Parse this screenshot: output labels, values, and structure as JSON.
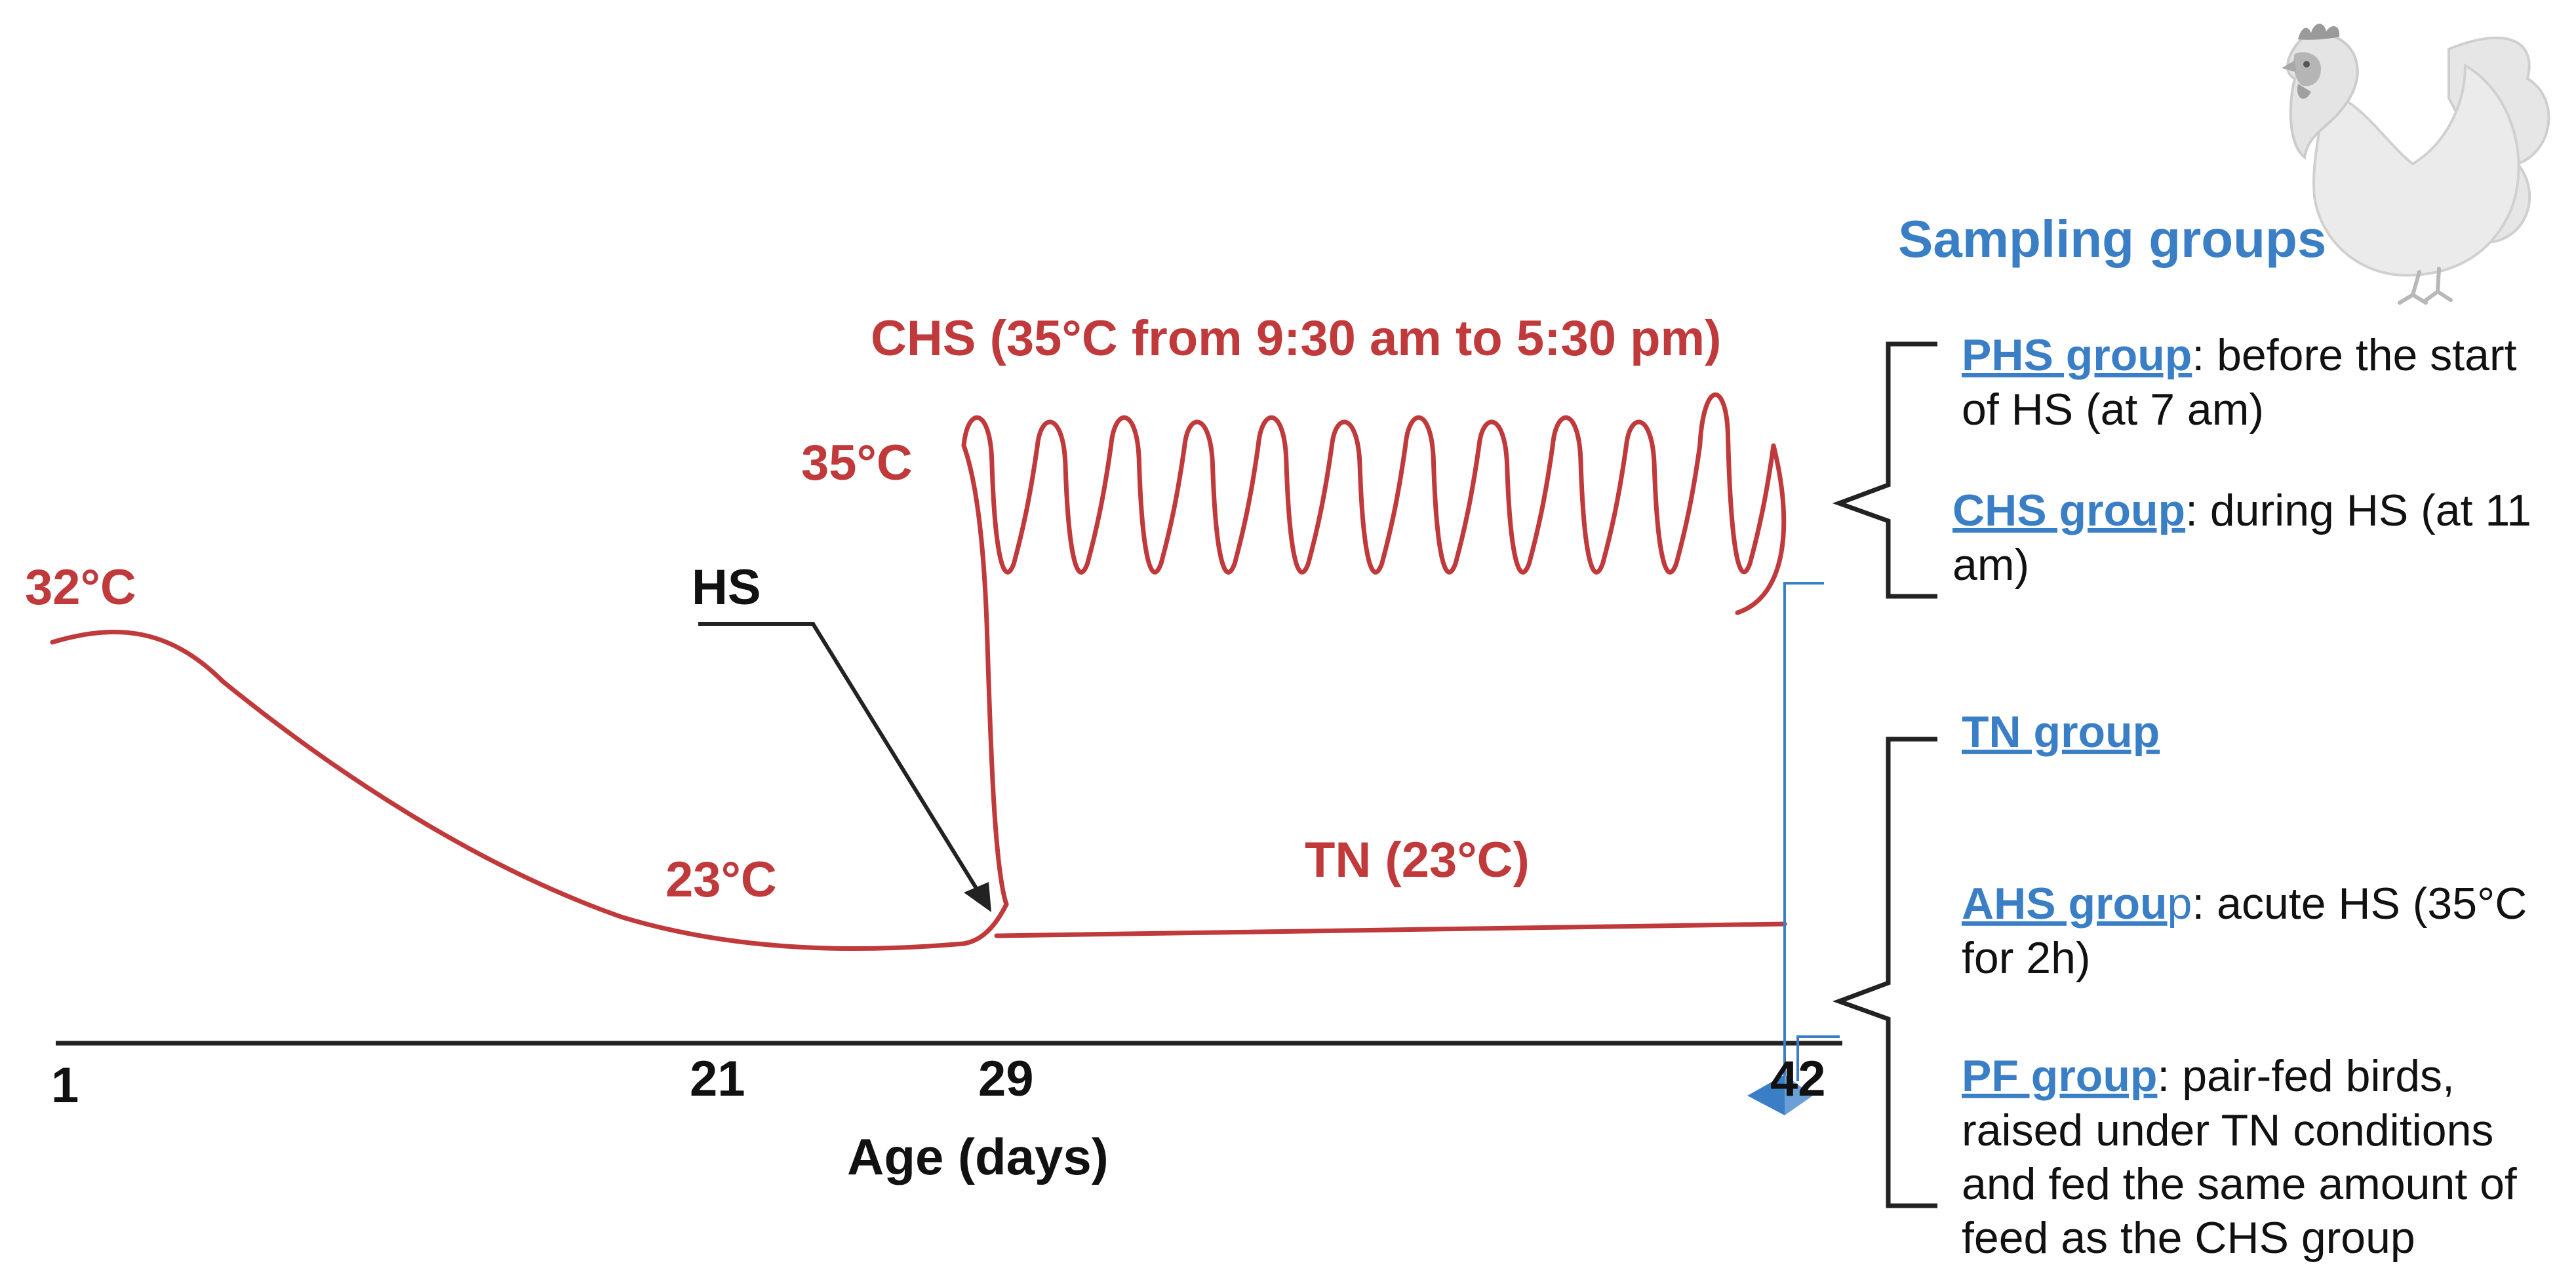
{
  "timeline": {
    "axis_title": "Age (days)",
    "ticks": [
      "1",
      "21",
      "29",
      "42"
    ]
  },
  "curve_labels": {
    "start_temp": "32°C",
    "brooding_end_temp": "23°C",
    "hs_temp": "35°C",
    "chs": "CHS (35°C from 9:30 am to 5:30 pm)",
    "tn": "TN (23°C)",
    "hs_pointer": "HS"
  },
  "sampling": {
    "title": "Sampling groups",
    "groups": [
      {
        "name": "PHS group",
        "lines": [
          ": before the start",
          "of HS (at 7 am)"
        ]
      },
      {
        "name": "CHS group",
        "lines": [
          ": during HS (at 11",
          "am)"
        ]
      },
      {
        "name": "TN group",
        "lines": []
      },
      {
        "name": "AHS grou",
        "name_tail": "p",
        "lines": [
          ": acute HS (35°C",
          "for 2h)"
        ]
      },
      {
        "name": "PF group",
        "lines": [
          ": pair-fed birds,",
          "raised under TN conditions",
          "and fed the same amount of",
          "feed as the CHS group"
        ]
      }
    ]
  },
  "colors": {
    "temperature": "#c0393b",
    "groups": "#3a7fc5",
    "axis": "#111111"
  },
  "icons": [
    "chicken-icon"
  ]
}
